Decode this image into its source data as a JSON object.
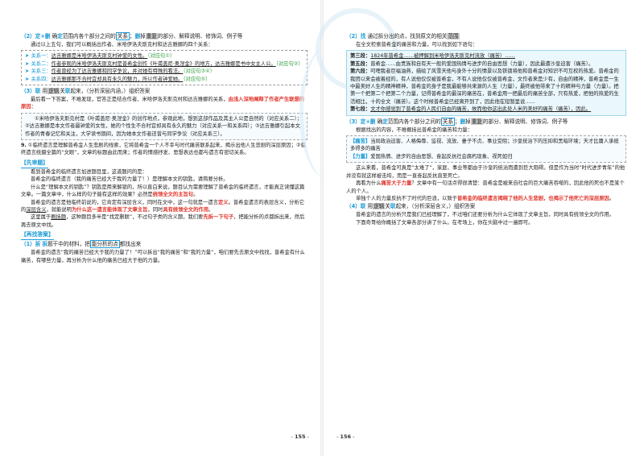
{
  "left_page": {
    "page_number": "155",
    "s2_heading": {
      "step": "（2）定+删",
      "text_a": "确",
      "text_b": "定",
      "text_c": "范围内各个部分之间的",
      "boxed": "关系",
      "text_d": "；",
      "del": "删",
      "text_e": "掉",
      "shaded": "重复",
      "text_f": "的部分、解释说明、修饰词、例子等"
    },
    "s2_intro": "通过以上五句，我们可以概括出作者、米哈伊洛夫斯克村和达吉雅娜的四个关系：",
    "relations": [
      {
        "label": "关系一：",
        "text": "达吉雅娜是米哈伊洛夫斯克村钟爱的女性。",
        "ref": "（对应句①）"
      },
      {
        "label": "关系二：",
        "text": "作者参观的米哈伊洛夫斯克村是普希金创作《叶甫盖尼·奥涅金》的地方，达吉雅娜是书中女主人公。",
        "ref": "（对应句②）"
      },
      {
        "label": "关系三：",
        "text": "作者曾经为了达吉雅娜和同学争论，并对她有特殊的看法。",
        "ref": "（对应句③④）"
      },
      {
        "label": "关系四：",
        "text": "达吉雅娜那不合时宜却具有永久的魅力，所以作者钟爱她。",
        "ref": "（对应句⑤）"
      }
    ],
    "s3_heading": {
      "step": "（3）联",
      "text_a": "用",
      "shaded": "逻辑",
      "text_b": "关",
      "hl": "联",
      "text_c": "起来，（分析深层内涵，）组织答案"
    },
    "s3_body": "最后看一下答案，不难发现，官答正是结合作者、米哈伊洛夫斯克村和达吉雅娜的关系，",
    "s3_body_red": "由浅入深地阐释了作者产生联想的原因",
    "s3_body_end": "：",
    "answer_box": "①米哈伊洛夫斯克村是《叶甫盖尼·奥涅金》的创作地点，参观此地，想到这部作品及其主人公是自然的（对应关系二）；②达吉雅娜是本文作者最钟爱的女性，她的个性生不合时宜却具有永久的魅力（对应关系一和关系四）；③达吉雅娜引起本文作者的青春记忆和关注，大学读书期间，因为她本文作者还曾与同学争论（对应关系三）。",
    "q9_num": "9.",
    "q9_text": "①临终遗言是理解普希金人生悲剧的线索，它将普希金一个人不幸与时代痛苦联系起来，揭示出他人生悲剧的深层原因；②临终遗言统摄全篇的“文眼”，文章的标题由此而来；作者的情感抒发、思想表达也都与遗言有密切关系。",
    "xian_title": "【先审题】",
    "xian_body_1": "看到普希金的临终遗言加进题目里，这道题问的是：",
    "xian_quote": "普希金的临终遗言（我的痛苦已经大于我的力量了！）是理解本文的钥匙，请简要分析。",
    "xian_body_2": "什么是“理解本文的钥匙”？钥匙是用来解锁的，所以直白来说，题目认为需要理解了普希金的临终遗言，才能真正读懂这篇文章。一篇文章中，什么样的句子能有这样的效果？必然是",
    "xian_body_2_red": "统领全文的主旨句",
    "xian_body_2_end": "。",
    "xian_body_3": "普希金的遗言是他临终前说的，它肯定有深层含义，同时在文中，这一句就是一遗言",
    "xian_body_3_red": "定义",
    "xian_body_3b": "。普希金遗言的表层含义，分析它的",
    "xian_body_3_u": "深层含义",
    "xian_body_3c": "，就能说明",
    "xian_body_3_red2": "为什么这一遗言能体现了文章主旨",
    "xian_body_3d": "，同时",
    "xian_body_3_red3": "具有统领全文的作用",
    "xian_body_3e": "。",
    "xian_body_4": "这里属于",
    "xian_body_4_u": "概括题",
    "xian_body_4b": "，这种题目多半是“找定删联”，不过句子类的含义题，我们要",
    "xian_body_4_red": "先拆一下句子",
    "xian_body_4c": "，把能分析的点都拆出来，然后再去原文中找。",
    "zai_title": "【再找答案】",
    "s1_heading": {
      "step": "（1）拆",
      "text_a": "拆",
      "text_b": "题干中的材料，把",
      "hl": "能分析的点",
      "text_c": "都找出来"
    },
    "s1_body": "普希金的遗言“我的痛苦已经大于我的力量了！”可以拆出“我的痛苦”和“我的力量”，咱们要先去原文中找找，普希金有什么痛苦，有哪些力量，再分析为什么他的痛苦已经大于他的力量。"
  },
  "right_page": {
    "page_number": "156",
    "s2_heading": {
      "step": "（2）找",
      "text_a": "通过拆分出的点，找",
      "text_b": "到原文的相关",
      "boxed": "范围"
    },
    "s2_intro": "在全文检索普希金的痛苦和力量，可以找到如下语句：",
    "paras": [
      {
        "label": "第三段：",
        "text": "1824年普希金……被押解到米哈伊洛夫斯克村流放（痛苦）……"
      },
      {
        "label": "第五段：",
        "text": "普希金……由贵族和自有天一般的爱国热情与进步的自由思想（力量），因此最遭沙皇迫害（痛苦）。"
      },
      {
        "label": "第六段：",
        "text": "叼哩我者巨福油燕，描绘了风雪天他与身外十分的情景以及铁锁将他和普希金对知识不可互权的热爱。普希金的我团以来会被着经的，有人说他仅仅被普希金，不有人说他仅仅被普希金，文作者来是少有，自由的精神，普希金是一生中最美好人生的精神精神，普希金的身子是我最能够共来源的人生（力量），最终被他带来了十的精神与力量（力量）。把第一个把第二个把第二个力量，记得普希金的最深的痛苦在，普希金用一把最后的痛苦全部，只有热爱，把他的热爱的生活相比，十的全文（痛苦）。这个时候普希金已经离开到了，因此他在短暂里说……"
      },
      {
        "label": "第七段：",
        "text": "文才你感觉到了普希金的人民们自由的痛苦，故而他你这出此处人米的美好的痛苦（痛苦），因此。"
      }
    ],
    "s3_heading": {
      "step": "（3）定+删",
      "text_a": "确",
      "text_b": "定",
      "text_c": "范围内各个部分之间的",
      "boxed": "关系",
      "text_d": "；",
      "del": "删",
      "text_e": "掉",
      "shaded": "重复",
      "text_f": "的部分、解释说明、修饰词、例子等"
    },
    "s3_intro": "根据找出的内容，不难概括出普希金的痛苦和力量：",
    "pain_label": "【痛苦】",
    "pain_text": "当局政治迫害、人格侮辱、监视、流放、妻子不贞、事业受阻；沙皇统治下的压抑和黑暗环境；天才比庸人承担多得多的痛苦",
    "power_label": "【力量】",
    "power_text": "爱国热情、进步的自由思想、奋起反抗社会腐朽现象、视死如归",
    "s3_body_1": "这么来看，普希金可真是“太难了”，家庭、事业等都由于沙皇的统治而遭到巨大阻碍。但是作为当时“时代进步青年”的他并没有就这样被击垮，而是一直奋起反抗直至死亡。",
    "s3_body_2": "再看为什么",
    "s3_body_2_red": "痛苦大于力量",
    "s3_body_2b": "？文章中有一句话点得很清楚：",
    "s3_body_2_quote": "普希金是被来自社会的巨大痛苦吞噬的，因此他的死也不是某个人的个人。",
    "s3_body_3": "单独个人的力量反抗不了时代的巨浪，以致于",
    "s3_body_3_red": "普希金的临终遗言揭晓了他的人生悲剧，也揭示了他死亡的深层原因",
    "s3_body_3b": "。",
    "s4_heading": {
      "step": "（4）联",
      "text_a": "用",
      "shaded": "逻辑",
      "text_b": "关",
      "hl": "联",
      "text_c": "起来，（分析深层含义，）组织答案"
    },
    "s4_body_1": "普希金的遗言的分析只是我们已经理解了，不过咱们还要分析为什么它体现了文章主旨，同时具有统领全文的作用。",
    "s4_body_2": "下面奇哥给你概括了文章各部分讲了什么。在考场上，你在头脑中过一遍即可。"
  }
}
